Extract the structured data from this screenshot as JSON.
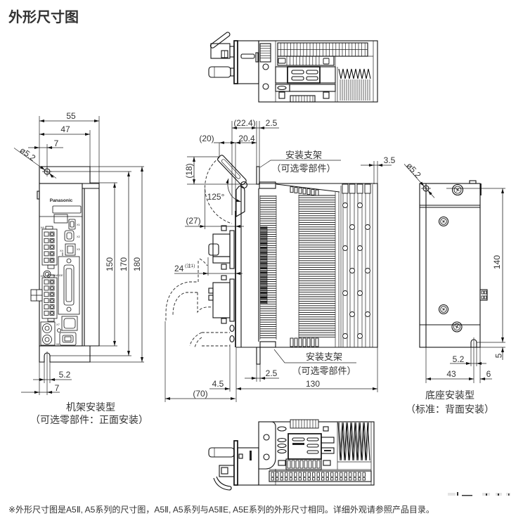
{
  "page": {
    "title": "外形尺寸图",
    "footnote": "※外形尺寸图是A5Ⅱ, A5系列的尺寸图，A5Ⅱ, A5系列与A5ⅡE, A5E系列的外形尺寸相同。详细外观请参照产品目录。"
  },
  "drawing": {
    "front_view": {
      "caption": "机架安装型",
      "subcaption": "（可选零部件：正面安装）",
      "brand_logo": "Panasonic",
      "panel_labels": {
        "xa": "XA",
        "xb": "XB",
        "x1": "X1",
        "x2": "X2",
        "x3": "X3",
        "x4": "X4",
        "x6": "X6",
        "x7": "X7",
        "charge": "CHARGE"
      },
      "dimensions": {
        "overall_width": "55",
        "body_width": "47",
        "hole_offset_top": "7",
        "hole_diameter": "ø5.2",
        "body_height": "150",
        "hole_pitch": "170",
        "overall_height": "180",
        "slot_width": "5.2",
        "slot_offset_bottom": "7"
      }
    },
    "side_view": {
      "bracket_callout_top": {
        "label": "安装支架",
        "note": "（可选零部件）"
      },
      "bracket_callout_bottom": {
        "label": "安装支架",
        "note": "（可选零部件）"
      },
      "dimensions": {
        "front_to_bracket": "(22.4)",
        "bracket_thickness_top": "2.5",
        "cover_open_projection": "(20)",
        "cover_to_bracket": "20.4",
        "cover_open_height": "(18)",
        "cover_open_angle": "125°",
        "cover_swing_clearance": "(27)",
        "connector_projection": "24",
        "connector_projection_note": "(注1)",
        "bracket_thickness_bottom": "2.5",
        "front_offset": "4.5",
        "depth": "130",
        "cable_clearance": "(70)",
        "rear_offset": "3.5"
      }
    },
    "base_view": {
      "caption": "底座安装型",
      "subcaption": "（标准：背面安装）",
      "dimensions": {
        "hole_diameter": "ø5.2",
        "hole_pitch": "140",
        "slot_to_bottom_edge": "5",
        "slot_width": "5.2",
        "hole_to_slot": "43",
        "slot_to_side_edge": "6"
      }
    }
  }
}
